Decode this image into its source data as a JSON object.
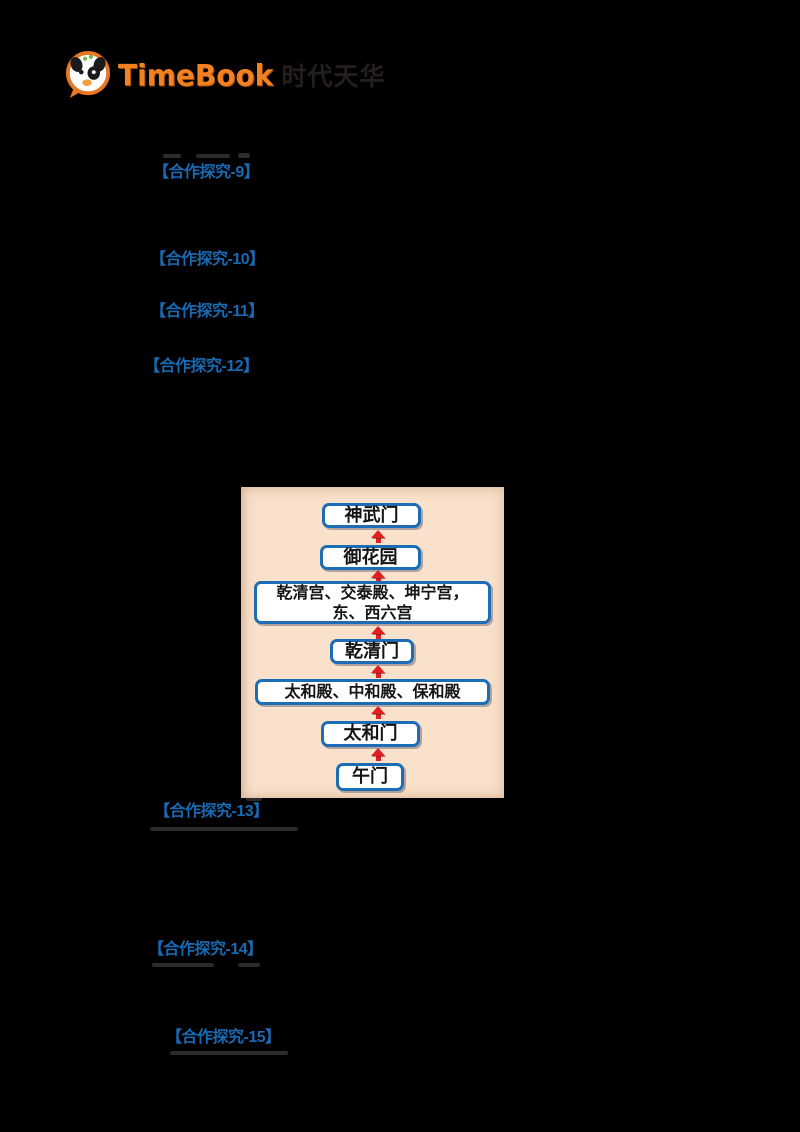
{
  "page": {
    "background_color": "#000000"
  },
  "logo": {
    "brand_en": "TimeBook",
    "brand_cn": "时代天华",
    "orange": "#f28122"
  },
  "tags": [
    {
      "label": "【合作探究-9】"
    },
    {
      "label": "【合作探究-10】"
    },
    {
      "label": "【合作探究-11】"
    },
    {
      "label": "【合作探究-12】"
    },
    {
      "label": "【合作探究-13】"
    },
    {
      "label": "【合作探究-14】"
    },
    {
      "label": "【合作探究-15】"
    }
  ],
  "tag_color": "#1a69b2",
  "flowchart": {
    "background": "#f9e1cc",
    "box_border_color": "#1c6db6",
    "arrow_color": "#e02020",
    "direction": "bottom-to-top",
    "route_order_bottom_to_top": [
      "午门",
      "太和门",
      "太和殿、中和殿、保和殿",
      "乾清门",
      "乾清宫、交泰殿、坤宁宫，东、西六宫",
      "御花园",
      "神武门"
    ],
    "nodes": [
      "神武门",
      "御花园",
      "乾清宫、交泰殿、坤宁宫，\n东、西六宫",
      "乾清门",
      "太和殿、中和殿、保和殿",
      "太和门",
      "午门"
    ]
  }
}
